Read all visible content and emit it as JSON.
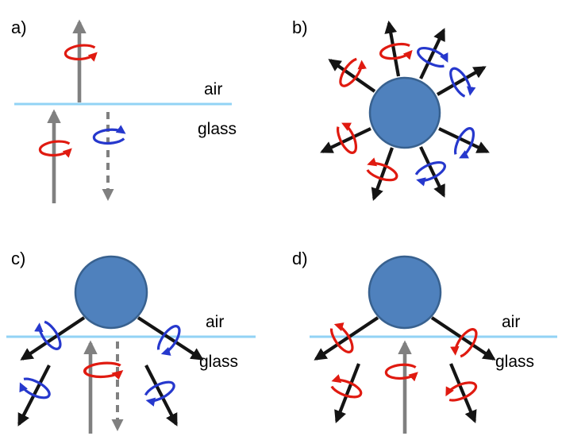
{
  "panels": {
    "a": {
      "label": "a)",
      "air_label": "air",
      "glass_label": "glass"
    },
    "b": {
      "label": "b)"
    },
    "c": {
      "label": "c)",
      "air_label": "air",
      "glass_label": "glass"
    },
    "d": {
      "label": "d)",
      "air_label": "air",
      "glass_label": "glass"
    }
  },
  "colors": {
    "background": "#ffffff",
    "text": "#000000",
    "sphere_fill": "#4f81bd",
    "sphere_stroke": "#38618f",
    "interface_line": "#92d3f5",
    "arrow_gray": "#808080",
    "arrow_black": "#141414",
    "spiral_red": "#e01a10",
    "spiral_blue": "#2638cd"
  }
}
